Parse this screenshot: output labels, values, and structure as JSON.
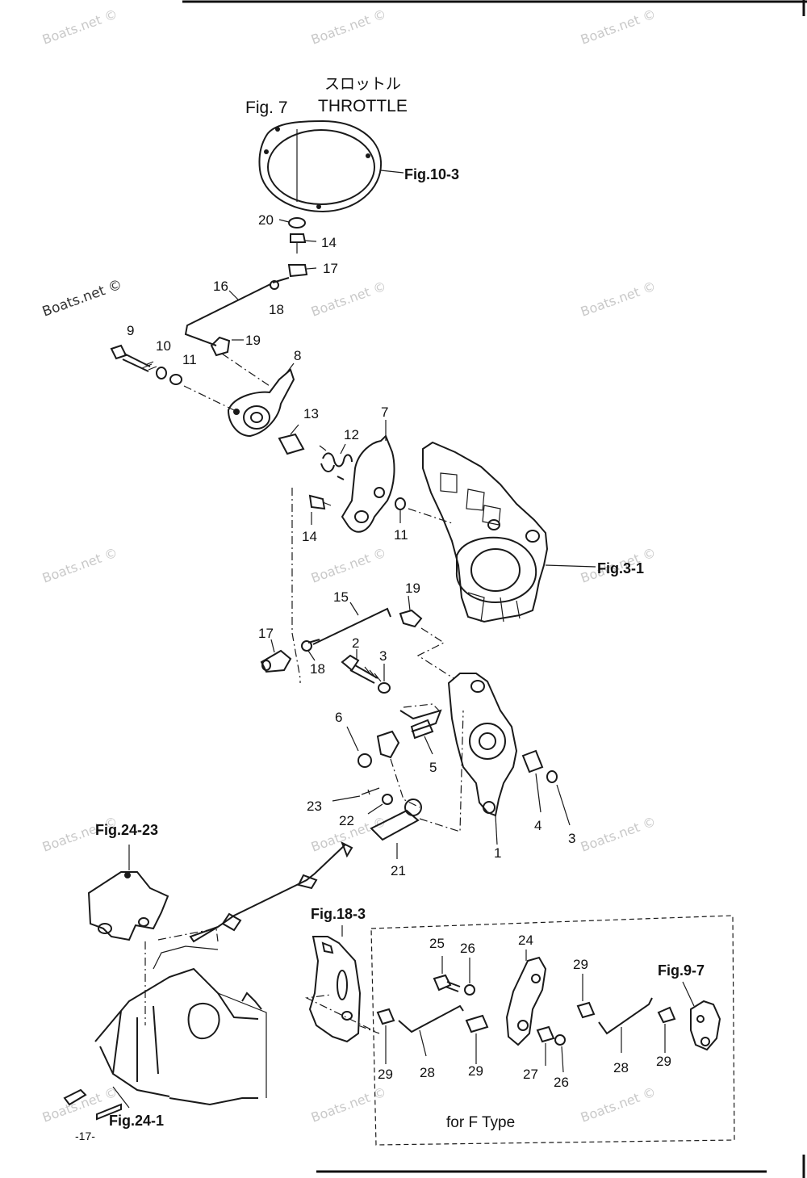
{
  "header": {
    "title_jp": "スロットル",
    "fig_number": "Fig. 7",
    "title_en": "THROTTLE"
  },
  "watermark": "Boats.net ©",
  "page_number": "-17-",
  "inset_caption": "for F Type",
  "figure_refs": {
    "fig_10_3": "Fig.10-3",
    "fig_3_1": "Fig.3-1",
    "fig_24_23": "Fig.24-23",
    "fig_18_3": "Fig.18-3",
    "fig_9_7": "Fig.9-7",
    "fig_24_1": "Fig.24-1"
  },
  "callouts": {
    "c20": "20",
    "c14a": "14",
    "c17a": "17",
    "c16": "16",
    "c18a": "18",
    "c19a": "19",
    "c9": "9",
    "c10": "10",
    "c11a": "11",
    "c8": "8",
    "c13": "13",
    "c12": "12",
    "c7": "7",
    "c14b": "14",
    "c11b": "11",
    "c15": "15",
    "c19b": "19",
    "c17b": "17",
    "c18b": "18",
    "c2": "2",
    "c3a": "3",
    "c6": "6",
    "c5": "5",
    "c23": "23",
    "c22": "22",
    "c21": "21",
    "c1": "1",
    "c4": "4",
    "c3b": "3",
    "c25": "25",
    "c26a": "26",
    "c24": "24",
    "c29a": "29",
    "c29b": "29",
    "c28a": "28",
    "c29c": "29",
    "c27": "27",
    "c26b": "26",
    "c28b": "28",
    "c29d": "29"
  }
}
